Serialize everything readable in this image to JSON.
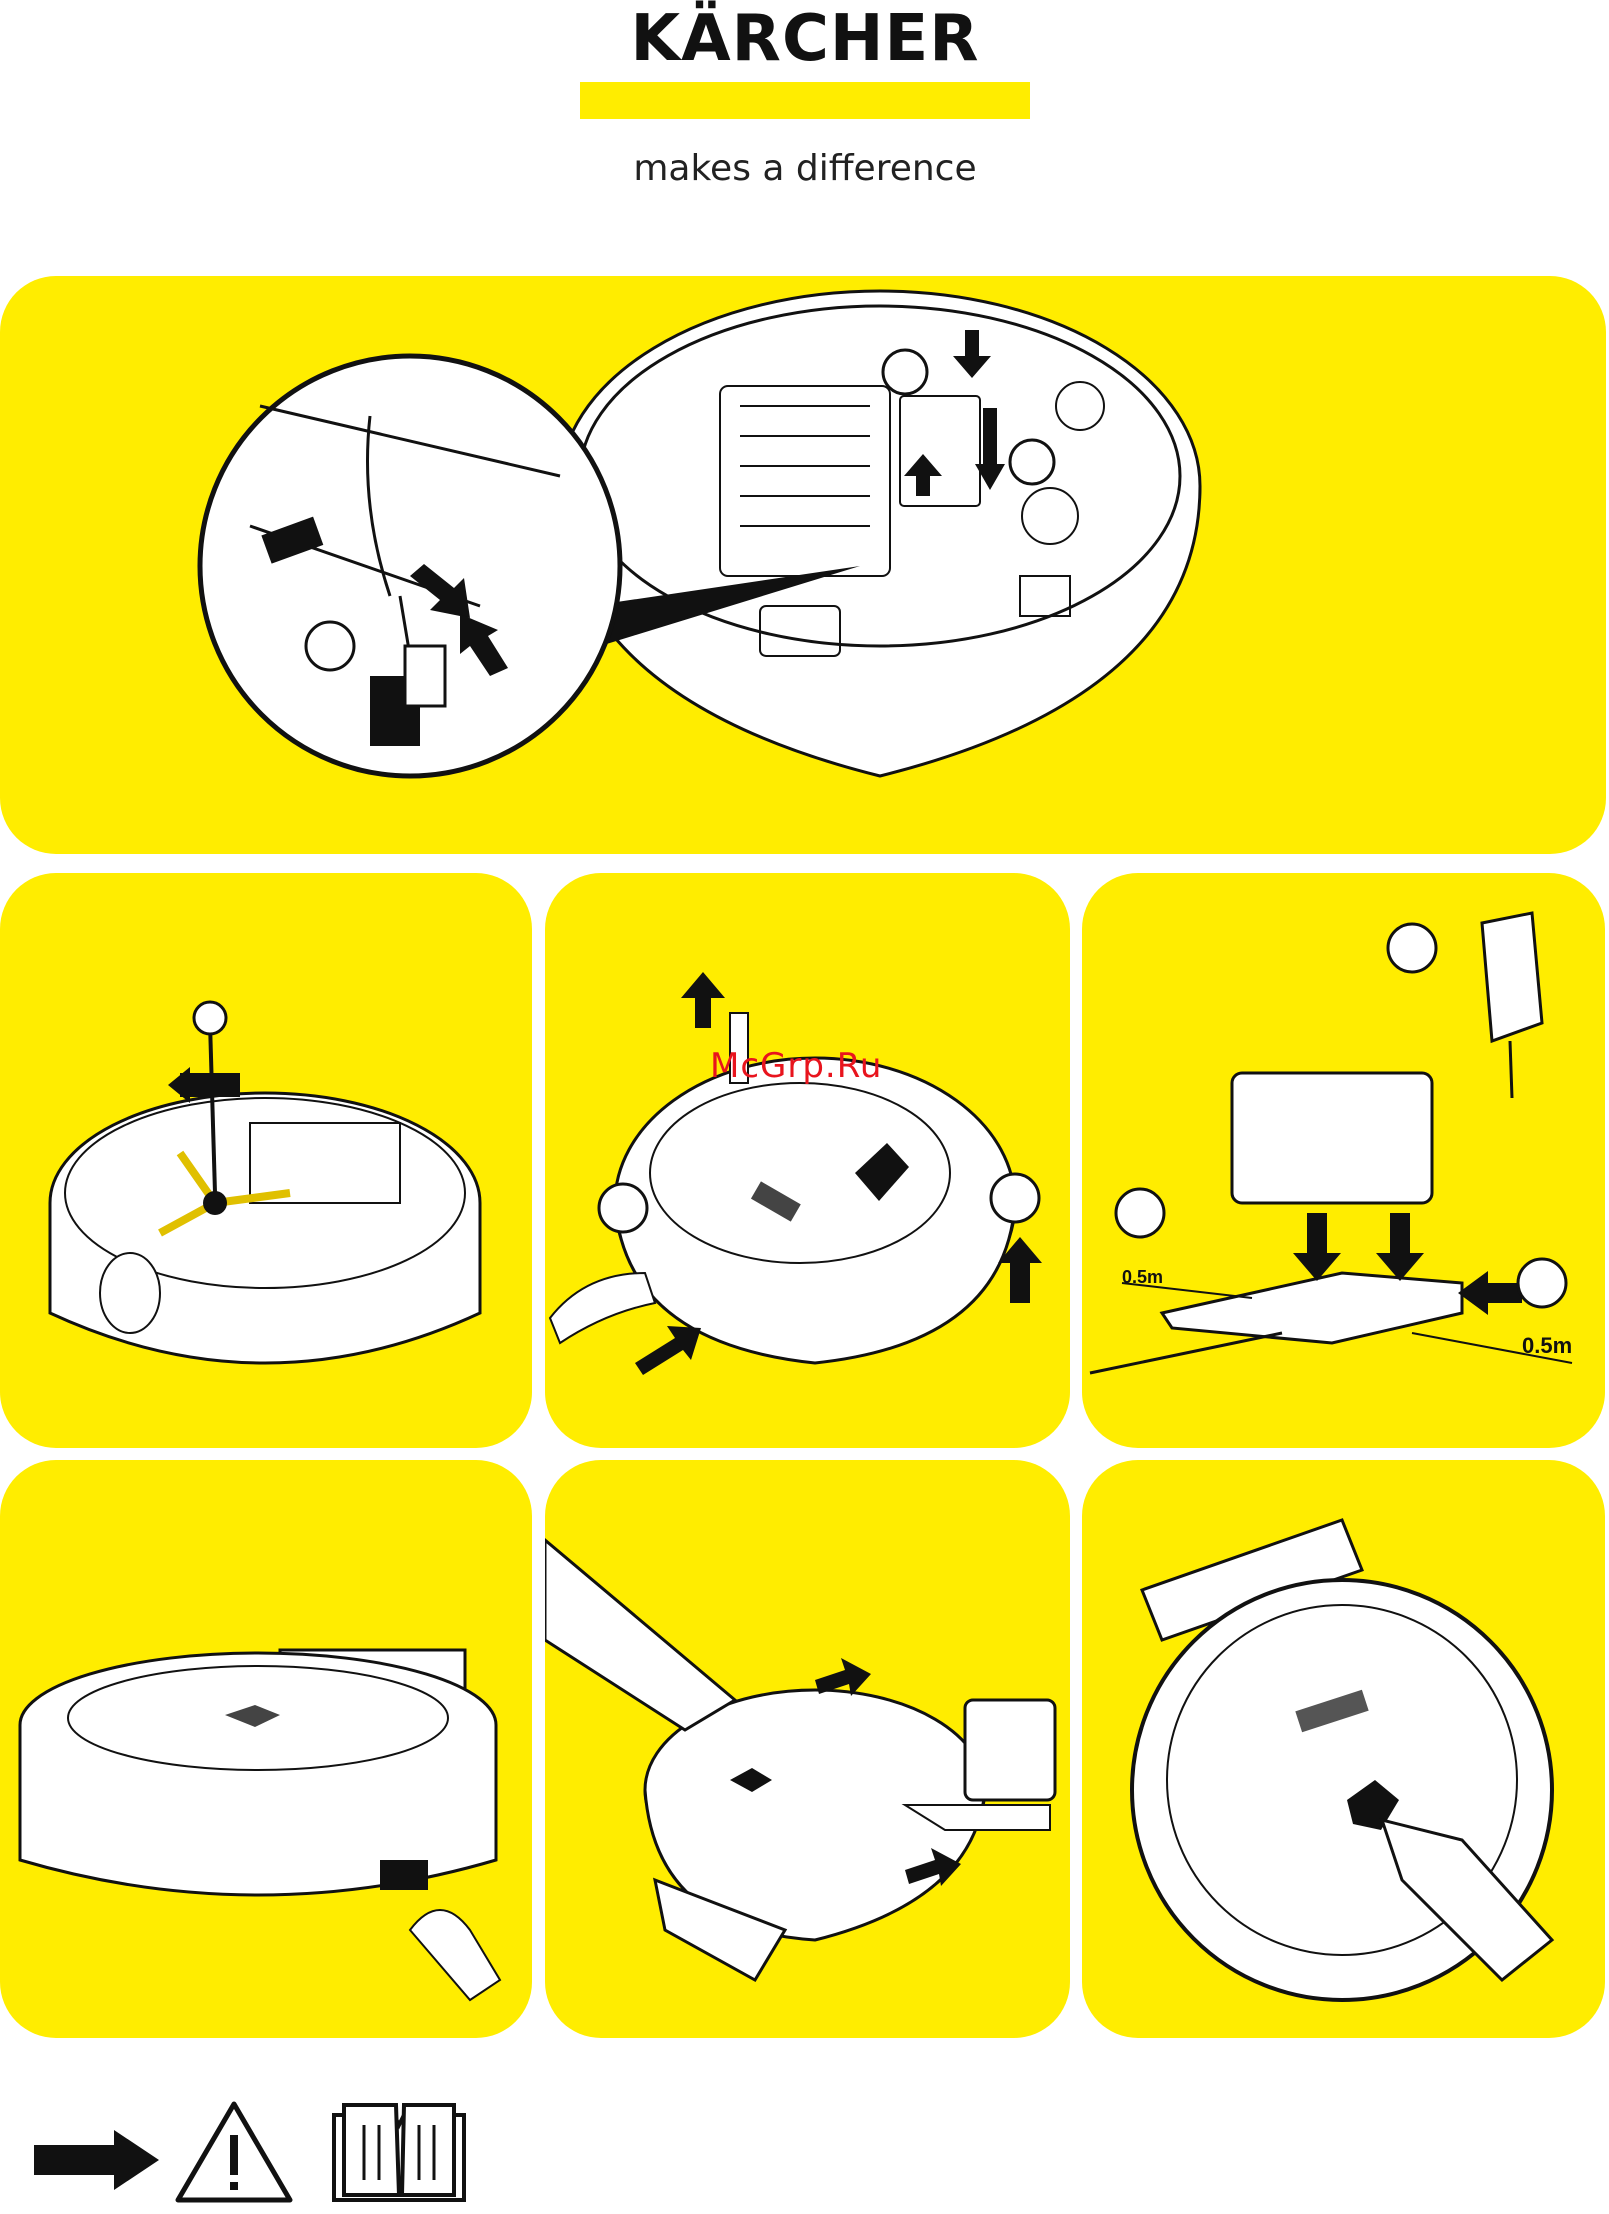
{
  "header": {
    "brand": "KÄRCHER",
    "tagline": "makes a difference"
  },
  "watermark": "McGrp.Ru",
  "distances": {
    "left": "0.5m",
    "right": "0.5m"
  },
  "colors": {
    "brand_yellow": "#ffed00",
    "ink": "#111111",
    "watermark_red": "#e8141d"
  },
  "footer_icons": [
    "arrow-right-icon",
    "warning-icon",
    "manual-book-icon"
  ]
}
